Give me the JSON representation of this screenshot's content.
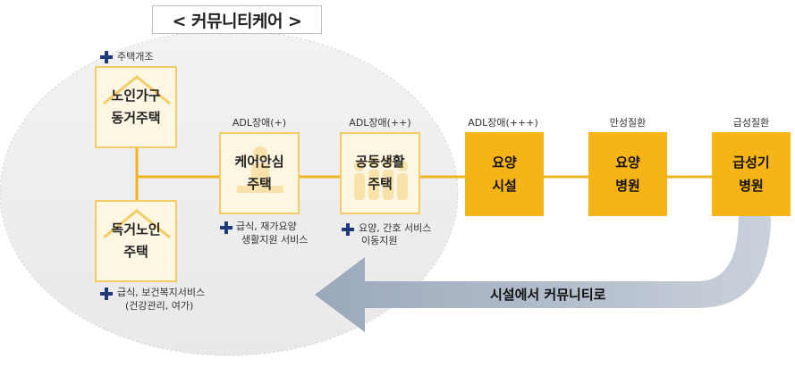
{
  "title": "< 커뮤니티케어 >",
  "houses": {
    "elderly_cohab": {
      "line1": "노인가구",
      "line2": "동거주택",
      "service": "주택개조"
    },
    "single_elderly": {
      "line1": "독거노인",
      "line2": "주택",
      "service_line1": "급식, 보건복지서비스",
      "service_line2": "(건강관리, 여가)"
    },
    "care_safe": {
      "level": "ADL장애(+)",
      "line1": "케어안심",
      "line2": "주택",
      "service_line1": "급식, 재가요양",
      "service_line2": "생활지원 서비스"
    },
    "shared_living": {
      "level": "ADL장애(++)",
      "line1": "공동생활",
      "line2": "주택",
      "service_line1": "요양, 간호 서비스",
      "service_line2": "이동지원"
    }
  },
  "facilities": {
    "nursing_facility": {
      "level": "ADL장애(+++)",
      "line1": "요양",
      "line2": "시설"
    },
    "nursing_hospital": {
      "level": "만성질환",
      "line1": "요양",
      "line2": "병원"
    },
    "acute_hospital": {
      "level": "급성질환",
      "line1": "급성기",
      "line2": "병원"
    }
  },
  "return_arrow": {
    "label": "시설에서 커뮤니티로"
  },
  "colors": {
    "facility_fill": "#f6b417",
    "house_border": "#f3cc66",
    "house_fill": "#fdf6e3",
    "connector": "#f3b21f",
    "plus_icon": "#1f3c78",
    "arrow": "#b8c2cf"
  }
}
